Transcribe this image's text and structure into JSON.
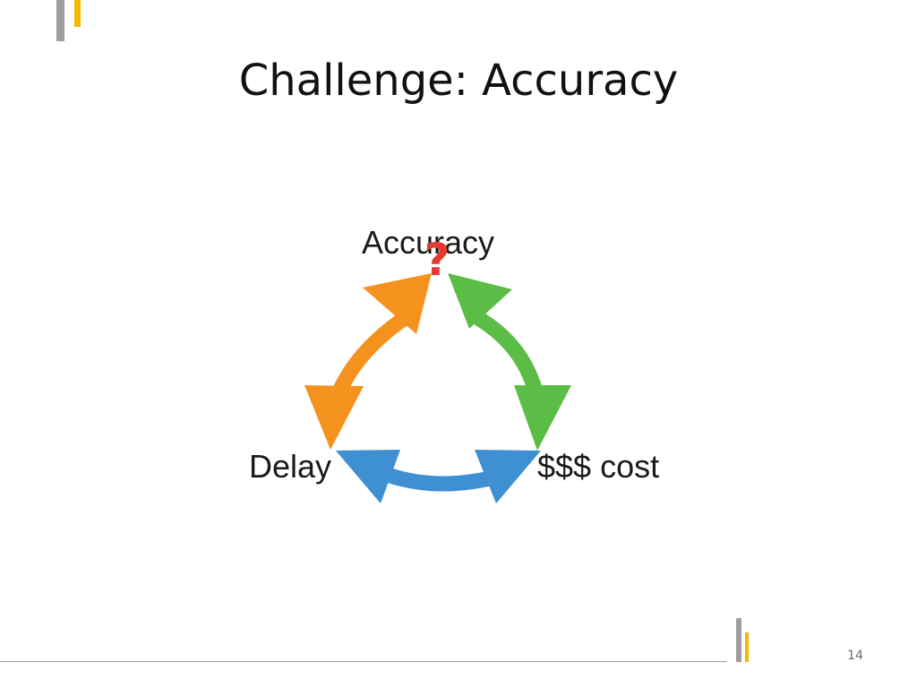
{
  "slide": {
    "title": "Challenge: Accuracy",
    "page_number": "14"
  },
  "diagram": {
    "nodes": {
      "top": "Accuracy",
      "left": "Delay",
      "right": "$$$ cost"
    },
    "question_mark": "?",
    "colors": {
      "left_arrow": "#f5921e",
      "right_arrow": "#5bbd46",
      "bottom_arrow": "#3f8fd3",
      "question_mark": "#e53a2f",
      "accent_gold": "#f5b800",
      "accent_gray": "#9e9e9e"
    }
  }
}
